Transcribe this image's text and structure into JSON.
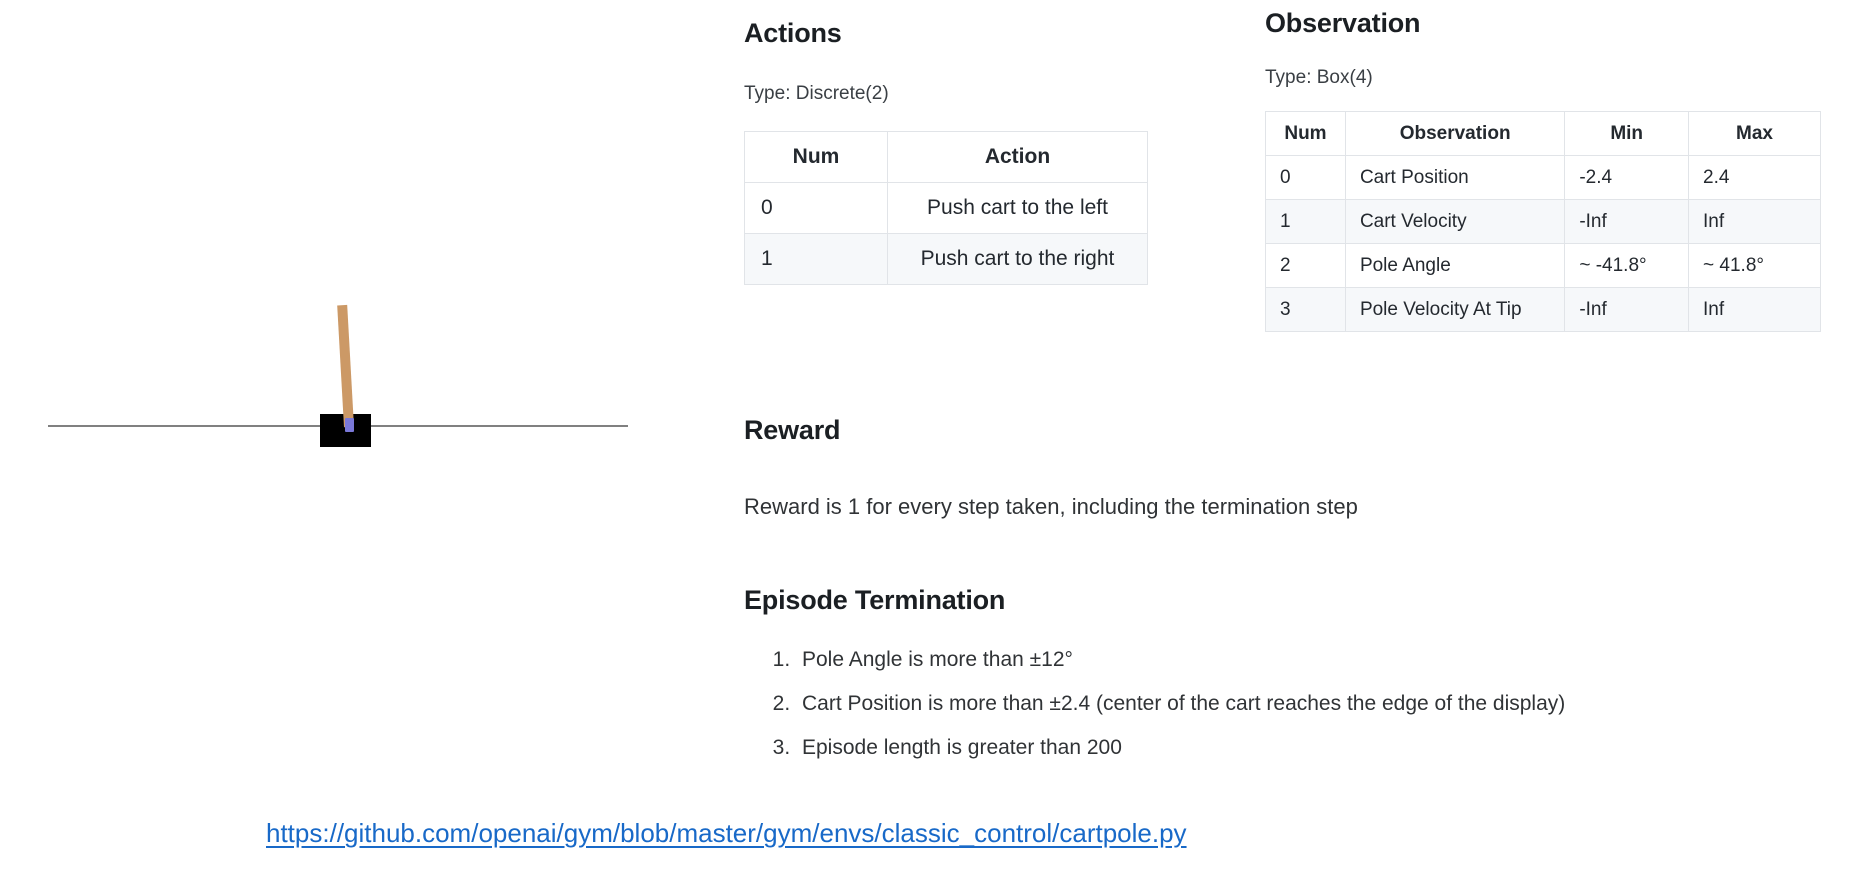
{
  "figure": {
    "name": "CartPole environment rendering",
    "cart_color": "#000000",
    "pole_color": "#cc9966",
    "axle_color": "#7a78d8",
    "track_color": "#808080"
  },
  "actions": {
    "heading": "Actions",
    "type_line": "Type: Discrete(2)",
    "columns": [
      "Num",
      "Action"
    ],
    "rows": [
      {
        "num": "0",
        "action": "Push cart to the left"
      },
      {
        "num": "1",
        "action": "Push cart to the right"
      }
    ]
  },
  "observation": {
    "heading": "Observation",
    "type_line": "Type: Box(4)",
    "columns": [
      "Num",
      "Observation",
      "Min",
      "Max"
    ],
    "rows": [
      {
        "num": "0",
        "observation": "Cart Position",
        "min": "-2.4",
        "max": "2.4"
      },
      {
        "num": "1",
        "observation": "Cart Velocity",
        "min": "-Inf",
        "max": "Inf"
      },
      {
        "num": "2",
        "observation": "Pole Angle",
        "min": "~ -41.8°",
        "max": "~ 41.8°"
      },
      {
        "num": "3",
        "observation": "Pole Velocity At Tip",
        "min": "-Inf",
        "max": "Inf"
      }
    ]
  },
  "reward": {
    "heading": "Reward",
    "text": "Reward is 1 for every step taken, including the termination step"
  },
  "termination": {
    "heading": "Episode Termination",
    "items": [
      "Pole Angle is more than ±12°",
      "Cart Position is more than ±2.4 (center of the cart reaches the edge of the display)",
      "Episode length is greater than 200"
    ]
  },
  "link": {
    "url_text": "https://github.com/openai/gym/blob/master/gym/envs/classic_control/cartpole.py",
    "color": "#1869c8"
  }
}
